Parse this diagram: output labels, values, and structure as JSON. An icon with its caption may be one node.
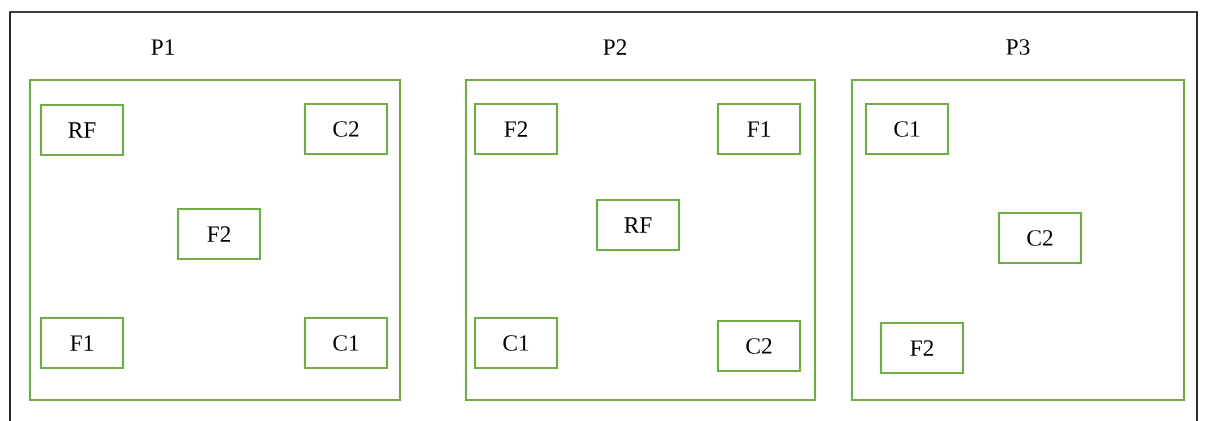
{
  "diagram": {
    "nodes": [
      {
        "text": [
          "P1"
        ]
      },
      {
        "text": [
          "RF"
        ],
        "in": 0
      },
      {
        "text": [
          "C2"
        ],
        "in": 0
      },
      {
        "text": [
          "F2"
        ],
        "in": 0
      },
      {
        "text": [
          "F1"
        ],
        "in": 0
      },
      {
        "text": [
          "C1"
        ],
        "in": 0
      },
      {
        "text": [
          "P2"
        ]
      },
      {
        "text": [
          "F2"
        ],
        "in": 6
      },
      {
        "text": [
          "F1"
        ],
        "in": 6
      },
      {
        "text": [
          "RF"
        ],
        "in": 6
      },
      {
        "text": [
          "C1"
        ],
        "in": 6
      },
      {
        "text": [
          "C2"
        ],
        "in": 6
      },
      {
        "text": [
          "P3"
        ]
      },
      {
        "text": [
          "C1"
        ],
        "in": 12
      },
      {
        "text": [
          "C2"
        ],
        "in": 12
      },
      {
        "text": [
          "F2"
        ],
        "in": 12
      }
    ]
  }
}
